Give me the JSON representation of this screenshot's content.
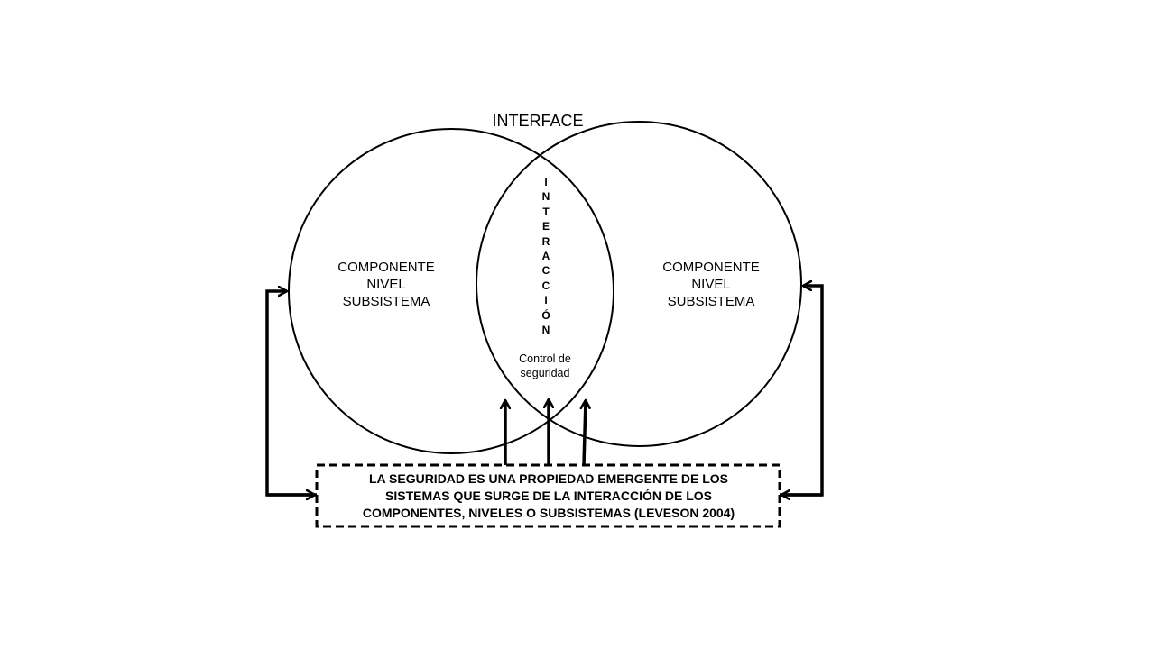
{
  "diagram": {
    "title": "INTERFACE",
    "left_component": {
      "lines": [
        "COMPONENTE",
        "NIVEL",
        "SUBSISTEMA"
      ]
    },
    "right_component": {
      "lines": [
        "COMPONENTE",
        "NIVEL",
        "SUBSISTEMA"
      ]
    },
    "intersection": {
      "vertical_letters": [
        "I",
        "N",
        "T",
        "E",
        "R",
        "A",
        "C",
        "C",
        "I",
        "Ó",
        "N"
      ],
      "control_lines": [
        "Control de",
        "seguridad"
      ]
    },
    "statement": {
      "lines": [
        "LA SEGURIDAD ES UNA PROPIEDAD EMERGENTE DE LOS",
        "SISTEMAS QUE SURGE DE LA INTERACCIÓN DE LOS",
        "COMPONENTES, NIVELES O SUBSISTEMAS (LEVESON 2004)"
      ]
    }
  }
}
